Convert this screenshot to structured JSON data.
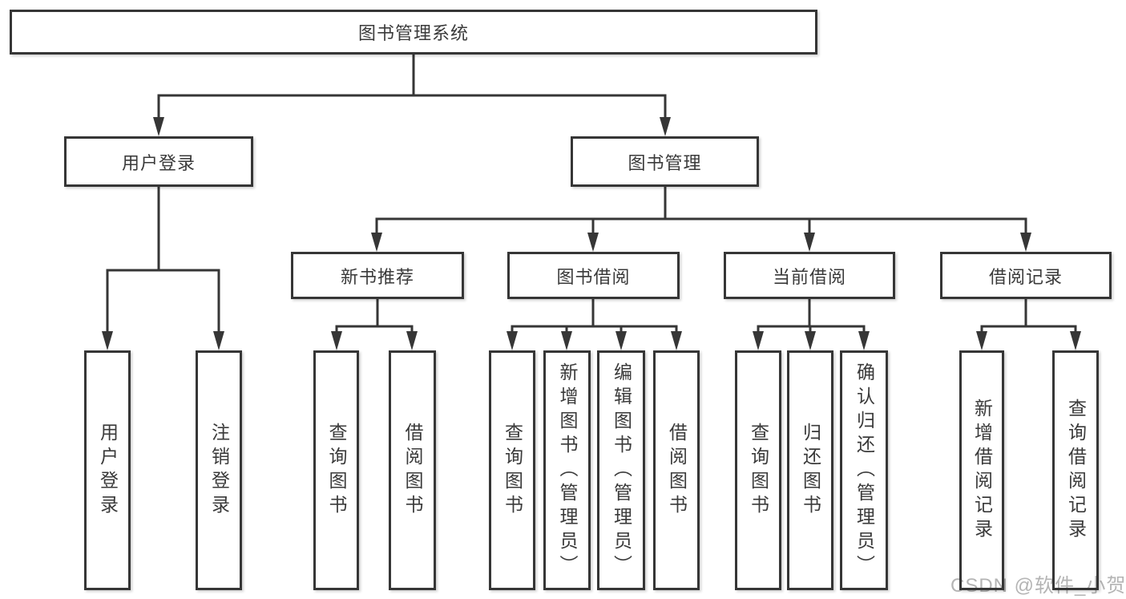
{
  "colors": {
    "line": "#363636",
    "text": "#3a3a3a",
    "watermark": "#b4b4b4",
    "background": "#ffffff"
  },
  "tree": {
    "root": {
      "label": "图书管理系统"
    },
    "branches": [
      {
        "label": "用户登录",
        "children": [
          {
            "label": "用户登录"
          },
          {
            "label": "注销登录"
          }
        ]
      },
      {
        "label": "图书管理",
        "children": [
          {
            "label": "新书推荐",
            "children": [
              {
                "label": "查询图书"
              },
              {
                "label": "借阅图书"
              }
            ]
          },
          {
            "label": "图书借阅",
            "children": [
              {
                "label": "查询图书"
              },
              {
                "label": "新增图书（管理员）"
              },
              {
                "label": "编辑图书（管理员）"
              },
              {
                "label": "借阅图书"
              }
            ]
          },
          {
            "label": "当前借阅",
            "children": [
              {
                "label": "查询图书"
              },
              {
                "label": "归还图书"
              },
              {
                "label": "确认归还（管理员）"
              }
            ]
          },
          {
            "label": "借阅记录",
            "children": [
              {
                "label": "新增借阅记录"
              },
              {
                "label": "查询借阅记录"
              }
            ]
          }
        ]
      }
    ]
  },
  "watermark": {
    "text": "CSDN @软件_小贺同学"
  }
}
